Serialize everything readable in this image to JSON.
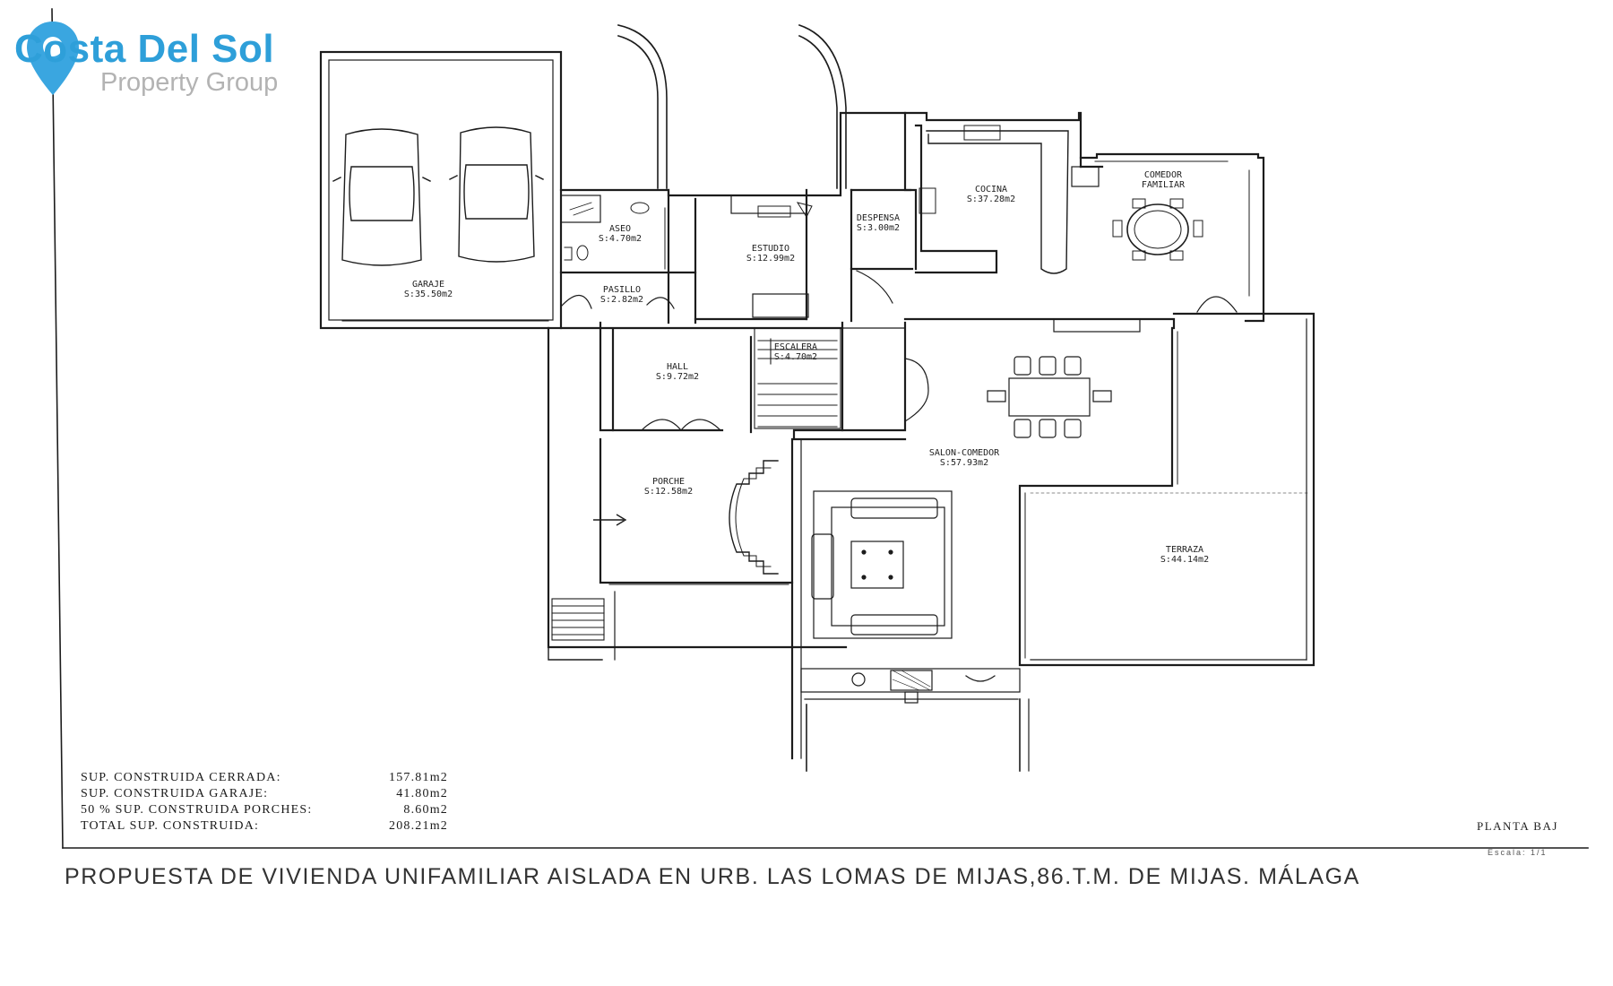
{
  "logo": {
    "title": "Costa Del Sol",
    "subtitle": "Property Group",
    "brand_color": "#2e9fd9",
    "icon": "map-pin-icon"
  },
  "rooms": {
    "garaje": {
      "name": "GARAJE",
      "area": "S:35.50m2"
    },
    "aseo": {
      "name": "ASEO",
      "area": "S:4.70m2"
    },
    "pasillo": {
      "name": "PASILLO",
      "area": "S:2.82m2"
    },
    "estudio": {
      "name": "ESTUDIO",
      "area": "S:12.99m2"
    },
    "despensa": {
      "name": "DESPENSA",
      "area": "S:3.00m2"
    },
    "cocina": {
      "name": "COCINA",
      "area": "S:37.28m2"
    },
    "comedor": {
      "name": "COMEDOR",
      "name2": "FAMILIAR"
    },
    "escalera": {
      "name": "ESCALERA",
      "area": "S:4.70m2"
    },
    "hall": {
      "name": "HALL",
      "area": "S:9.72m2"
    },
    "salon_comedor": {
      "name": "SALON-COMEDOR",
      "area": "S:57.93m2"
    },
    "porche": {
      "name": "PORCHE",
      "area": "S:12.58m2"
    },
    "terraza": {
      "name": "TERRAZA",
      "area": "S:44.14m2"
    }
  },
  "summary": [
    {
      "label": "SUP. CONSTRUIDA CERRADA:",
      "value": "157.81m2"
    },
    {
      "label": "SUP. CONSTRUIDA GARAJE:",
      "value": "41.80m2"
    },
    {
      "label": "50 % SUP. CONSTRUIDA PORCHES:",
      "value": "8.60m2"
    },
    {
      "label": "TOTAL SUP. CONSTRUIDA:",
      "value": "208.21m2"
    }
  ],
  "plan_name": "PLANTA BAJ",
  "scale": "Escala: 1/1",
  "caption": "PROPUESTA DE VIVIENDA UNIFAMILIAR AISLADA EN URB. LAS LOMAS DE MIJAS,86.T.M. DE MIJAS. MÁLAGA"
}
